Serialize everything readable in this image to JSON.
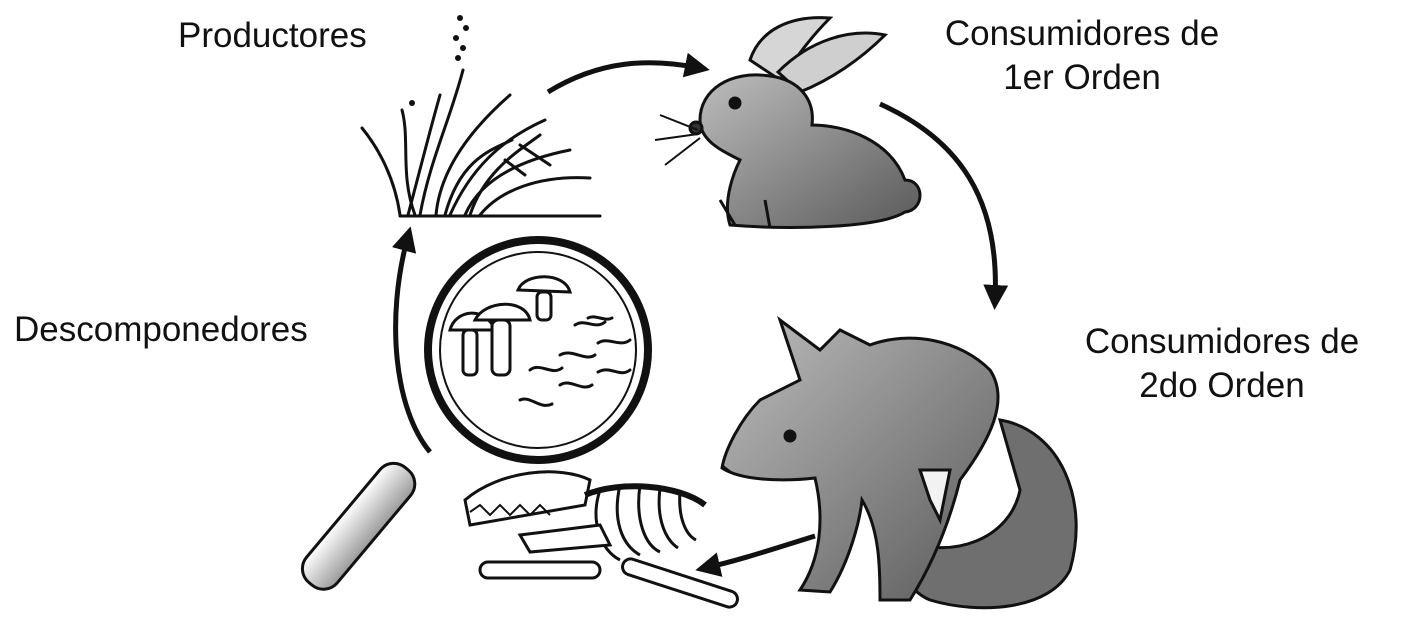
{
  "diagram": {
    "labels": {
      "productores": "Productores",
      "consumidores_1_line1": "Consumidores de",
      "consumidores_1_line2": "1er Orden",
      "consumidores_2_line1": "Consumidores de",
      "consumidores_2_line2": "2do Orden",
      "descomponedores": "Descomponedores"
    },
    "icons": [
      "grass-illustration",
      "rabbit-illustration",
      "fox-illustration",
      "skeleton-illustration",
      "magnifier-illustration",
      "mushroom-illustration",
      "bacteria-illustration"
    ],
    "colors": {
      "ink": "#111111",
      "background": "#ffffff",
      "fur": "#8a8a8a"
    }
  }
}
